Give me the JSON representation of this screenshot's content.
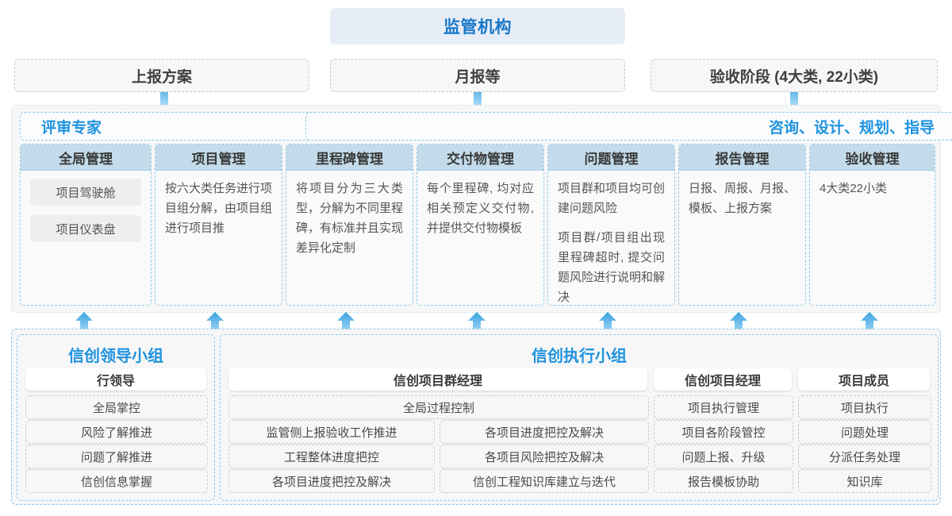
{
  "top": {
    "regulator": "监管机构",
    "reports": [
      {
        "label": "上报方案"
      },
      {
        "label": "月报等"
      },
      {
        "label": "验收阶段 (4大类, 22小类)"
      }
    ]
  },
  "middle": {
    "role_left": "评审专家",
    "role_right": "咨询、设计、规划、指导",
    "cards": [
      {
        "title": "全局管理",
        "chips": [
          "项目驾驶舱",
          "项目仪表盘"
        ],
        "paras": []
      },
      {
        "title": "项目管理",
        "chips": [],
        "paras": [
          "按六大类任务进行项目组分解，由项目组进行项目推"
        ]
      },
      {
        "title": "里程碑管理",
        "chips": [],
        "paras": [
          "将项目分为三大类型，分解为不同里程碑，有标准并且实现差异化定制"
        ]
      },
      {
        "title": "交付物管理",
        "chips": [],
        "paras": [
          "每个里程碑, 均对应相关预定义交付物,并提供交付物模板"
        ]
      },
      {
        "title": "问题管理",
        "chips": [],
        "paras": [
          "项目群和项目均可创建问题风险",
          "项目群/项目组出现里程碑超时, 提交问题风险进行说明和解决"
        ]
      },
      {
        "title": "报告管理",
        "chips": [],
        "paras": [
          "日报、周报、月报、模板、上报方案"
        ]
      },
      {
        "title": "验收管理",
        "chips": [],
        "paras": [
          "4大类22小类"
        ]
      }
    ]
  },
  "bottom": {
    "groups": [
      {
        "title": "信创领导小组",
        "columns": [
          {
            "head": "行领导",
            "items": [
              "全局掌控",
              "风险了解推进",
              "问题了解推进",
              "信创信息掌握"
            ]
          }
        ]
      },
      {
        "title": "信创执行小组",
        "columns": [
          {
            "head": "信创项目群经理",
            "wide_item": "全局过程控制",
            "items_left": [
              "监管侧上报验收工作推进",
              "工程整体进度把控",
              "各项目进度把控及解决"
            ],
            "items_right": [
              "各项目进度把控及解决",
              "各项目风险把控及解决",
              "信创工程知识库建立与迭代"
            ]
          },
          {
            "head": "信创项目经理",
            "items": [
              "项目执行管理",
              "项目各阶段管控",
              "问题上报、升级",
              "报告模板协助"
            ]
          },
          {
            "head": "项目成员",
            "items": [
              "项目执行",
              "问题处理",
              "分派任务处理",
              "知识库"
            ]
          }
        ]
      }
    ]
  },
  "colors": {
    "accent_blue": "#1e93e0",
    "header_blue": "#c3dbea",
    "top_box_bg": "#e7edf6",
    "dash_blue": "#8fc7e8",
    "dash_grey": "#c9c9c9",
    "panel_bg": "#f7f7f7",
    "chip_grey": "#eeeeee"
  }
}
